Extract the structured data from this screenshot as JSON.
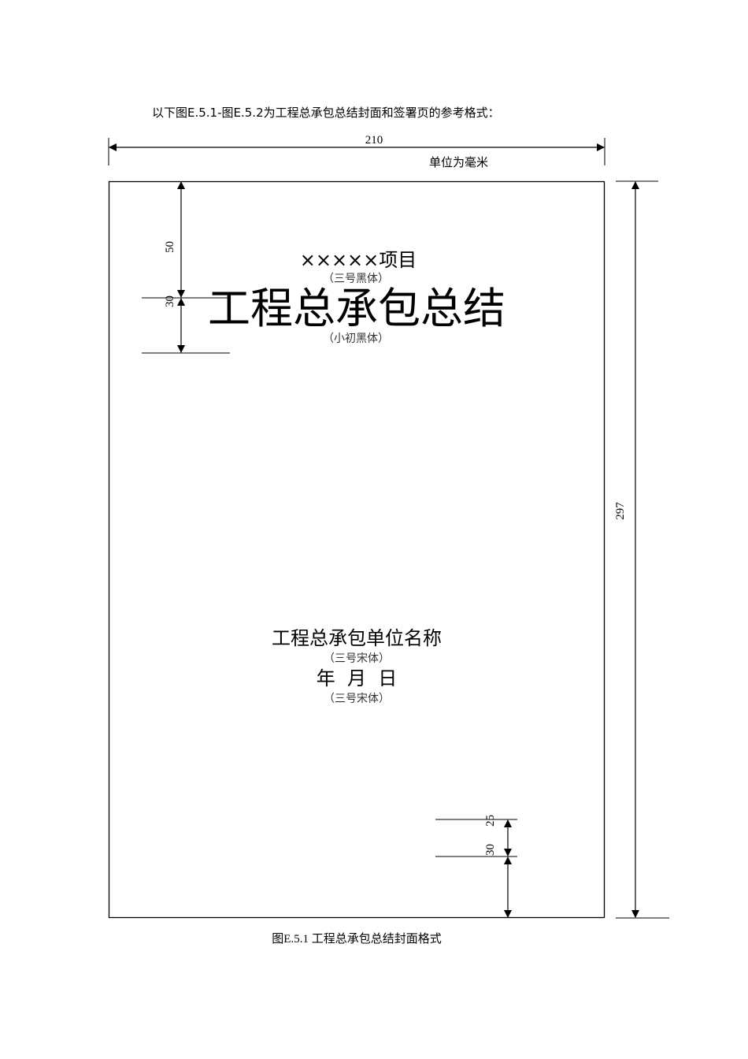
{
  "intro": "以下图E.5.1-图E.5.2为工程总承包总结封面和签署页的参考格式：",
  "dimensions": {
    "width": "210",
    "unit_note": "单位为毫米",
    "height": "297",
    "top_margin": "50",
    "title_gap": "30",
    "bottom_gap_upper": "25",
    "bottom_gap_lower": "30"
  },
  "cover": {
    "project_name": "×××××项目",
    "project_font_note": "（三号黑体）",
    "title": "工程总承包总结",
    "title_font_note": "（小初黑体）",
    "company": "工程总承包单位名称",
    "company_font_note": "（三号宋体）",
    "date": "年  月  日",
    "date_font_note": "（三号宋体）"
  },
  "caption": "图E.5.1 工程总承包总结封面格式"
}
